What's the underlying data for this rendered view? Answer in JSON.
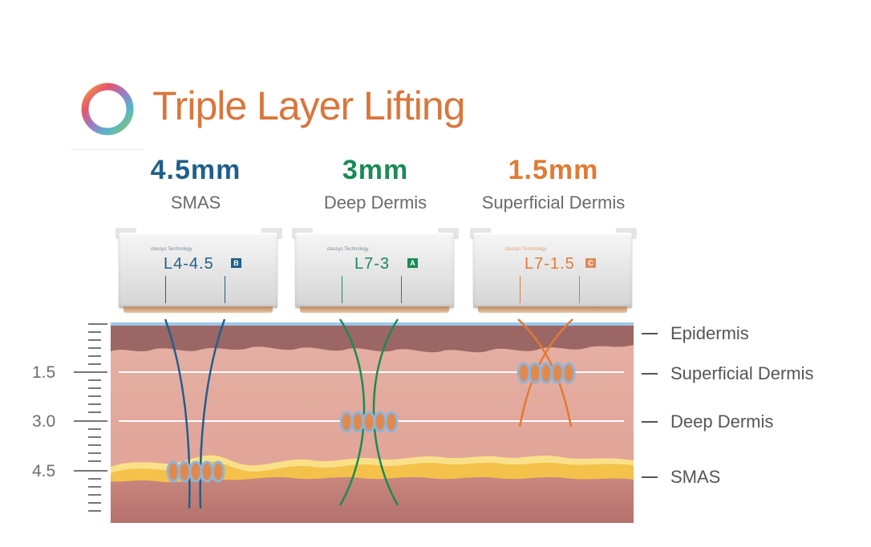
{
  "title": "Triple Layer Lifting",
  "colors": {
    "title": "#d9763b",
    "smas_blue": "#1f5f8b",
    "deep_green": "#1a8a55",
    "superficial_orange": "#e07a35",
    "skin_pink": "#e1a69b",
    "fat_yellow": "#f4c24a",
    "muscle": "#bb7973",
    "epidermis_line": "#9cc6e8"
  },
  "columns": [
    {
      "depth": "4.5mm",
      "layer": "SMAS",
      "model": "L4-4.5",
      "badge": "B",
      "brand": "classys Technology",
      "color": "#1f5f8b"
    },
    {
      "depth": "3mm",
      "layer": "Deep Dermis",
      "model": "L7-3",
      "badge": "A",
      "brand": "classys Technology",
      "color": "#1a8a55"
    },
    {
      "depth": "1.5mm",
      "layer": "Superficial Dermis",
      "model": "L7-1.5",
      "badge": "C",
      "brand": "classys Technology",
      "color": "#e07a35"
    }
  ],
  "legend": [
    "Epidermis",
    "Superficial Dermis",
    "Deep Dermis",
    "SMAS"
  ],
  "ruler": [
    "1.5",
    "3.0",
    "4.5"
  ],
  "icons": {
    "logo": "rainbow-ring-icon"
  }
}
